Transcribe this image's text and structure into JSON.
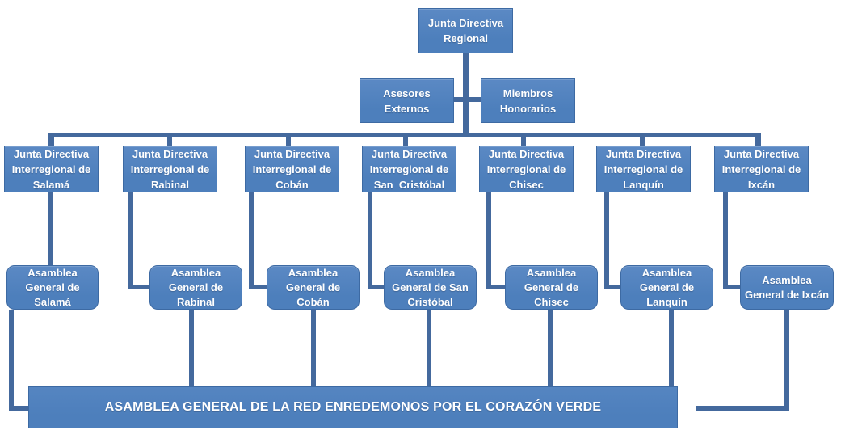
{
  "palette": {
    "box_fill": "#4d7fbc",
    "box_fill_light": "#5b89c4",
    "box_border": "#3d6aa3",
    "connector_line": "#44699d",
    "text": "#ffffff",
    "background": "#ffffff"
  },
  "org": {
    "root_label": "Junta Directiva\nRegional",
    "advisors_left_label": "Asesores\nExternos",
    "advisors_right_label": "Miembros\nHonorarios",
    "regions": [
      {
        "id": "salama",
        "junta_label": "Junta Directiva\nInterregional de\nSalamá",
        "asamblea_label": "Asamblea\nGeneral de\nSalamá"
      },
      {
        "id": "rabinal",
        "junta_label": "Junta Directiva\nInterregional de\nRabinal",
        "asamblea_label": "Asamblea\nGeneral de\nRabinal"
      },
      {
        "id": "coban",
        "junta_label": "Junta Directiva\nInterregional de\nCobán",
        "asamblea_label": "Asamblea\nGeneral de\nCobán"
      },
      {
        "id": "san-cristobal",
        "junta_label": "Junta Directiva\nInterregional de\nSan  Cristóbal",
        "asamblea_label": "Asamblea\nGeneral de San\nCristóbal"
      },
      {
        "id": "chisec",
        "junta_label": "Junta Directiva\nInterregional de\nChisec",
        "asamblea_label": "Asamblea\nGeneral de\nChisec"
      },
      {
        "id": "lanquin",
        "junta_label": "Junta Directiva\nInterregional de\nLanquín",
        "asamblea_label": "Asamblea\nGeneral de\nLanquín"
      },
      {
        "id": "ixcan",
        "junta_label": "Junta Directiva\nInterregional de\nIxcán",
        "asamblea_label": "Asamblea\nGeneral de Ixcán"
      }
    ],
    "general_assembly_label": "ASAMBLEA GENERAL DE LA RED ENREDEMONOS POR EL CORAZÓN VERDE"
  }
}
